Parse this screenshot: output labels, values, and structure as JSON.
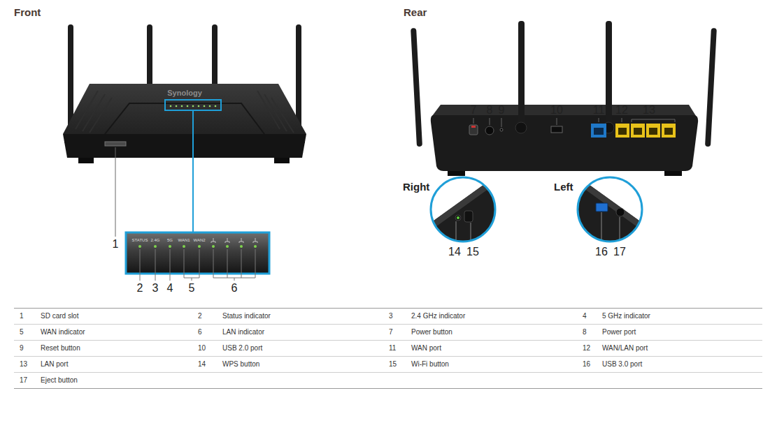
{
  "diagram": {
    "labels": [
      "Front",
      "Rear",
      "Synology",
      "STATUS",
      "2.4G",
      "5G",
      "WAN1",
      "WAN2",
      "1",
      "2",
      "3",
      "4",
      "5",
      "6",
      "7",
      "8",
      "9",
      "10",
      "11",
      "12",
      "13",
      "Right",
      "Left",
      "14",
      "15",
      "16",
      "17",
      "1",
      "SD card slot",
      "2",
      "Status indicator",
      "3",
      "2.4 GHz indicator",
      "4",
      "5 GHz indicator",
      "5",
      "WAN indicator",
      "6",
      "LAN indicator",
      "7",
      "Power button",
      "8",
      "Power port",
      "9",
      "Reset button",
      "10",
      "USB 2.0 port",
      "11",
      "WAN port",
      "12",
      "WAN/LAN port",
      "13",
      "LAN port",
      "14",
      "WPS button",
      "15",
      "Wi-Fi button",
      "16",
      "USB 3.0 port",
      "17",
      "Eject button"
    ]
  }
}
